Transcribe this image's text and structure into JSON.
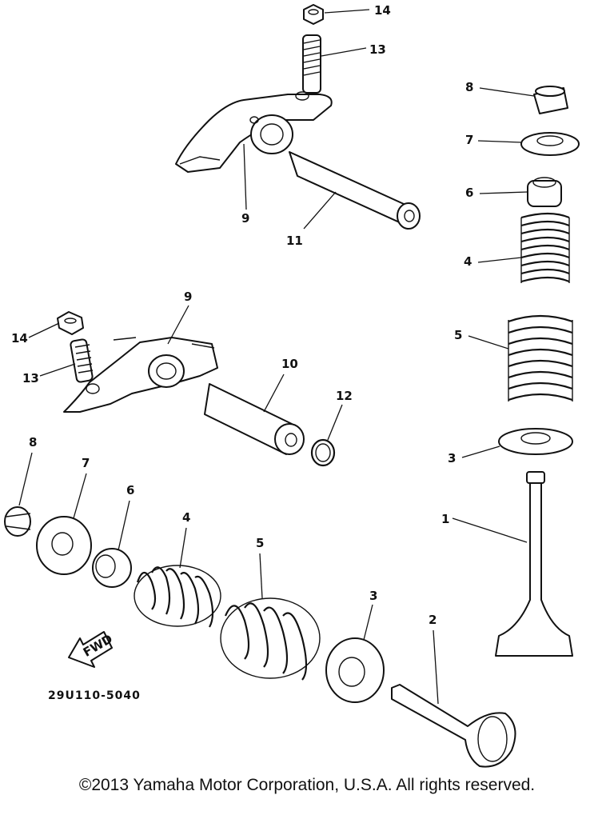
{
  "callouts": {
    "top_nut_14": "14",
    "top_stud_13": "13",
    "top_arm_9": "9",
    "top_shaft_11": "11",
    "right_cotter_8": "8",
    "right_retainer_7": "7",
    "right_seal_6": "6",
    "right_inner_spring_4": "4",
    "right_outer_spring_5": "5",
    "right_seat_3": "3",
    "right_valve_1": "1",
    "mid_arm_9": "9",
    "mid_nut_14": "14",
    "mid_stud_13": "13",
    "mid_shaft_10": "10",
    "mid_clip_12": "12",
    "low_cotter_8": "8",
    "low_retainer_7": "7",
    "low_seal_6": "6",
    "low_inner_spring_4": "4",
    "low_outer_spring_5": "5",
    "low_seat_3": "3",
    "low_valve_2": "2"
  },
  "fwd_label": "FWD",
  "diagram_code": "29U110-5040",
  "copyright": "©2013 Yamaha Motor Corporation, U.S.A. All rights reserved."
}
